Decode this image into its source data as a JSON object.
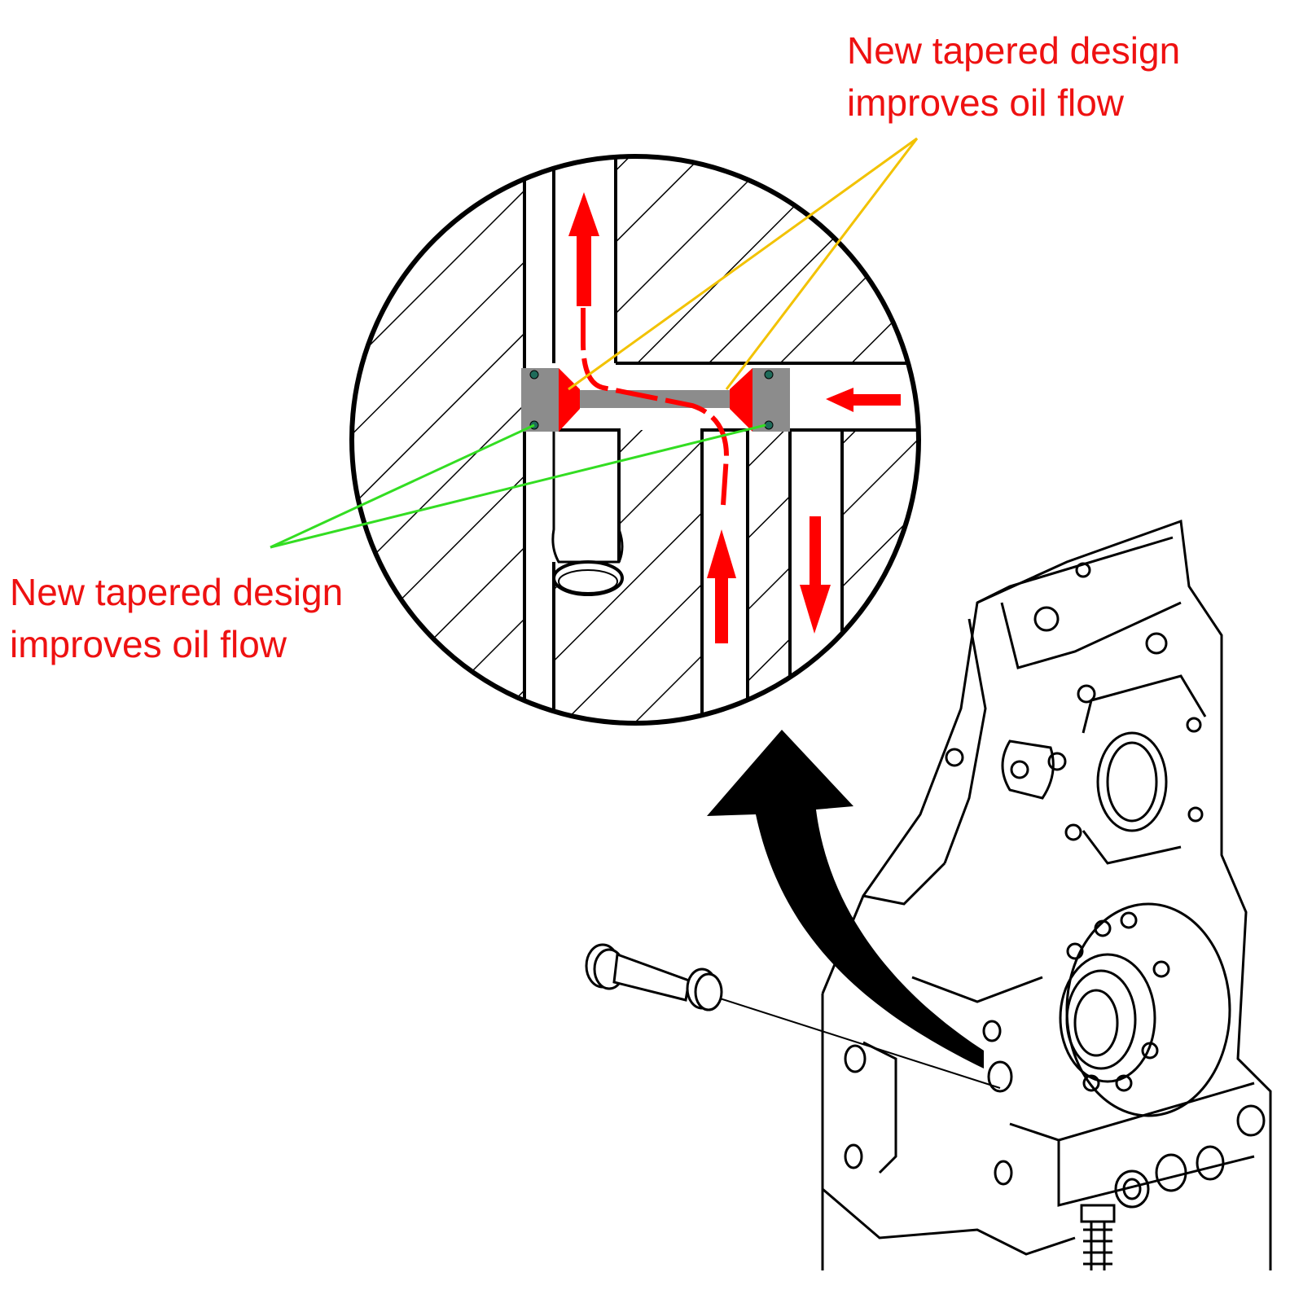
{
  "colors": {
    "label": "#ee1111",
    "flow_arrow": "#ff0000",
    "taper": "#ff0000",
    "plug_body": "#8c8c8c",
    "oring": "#1f6b5a",
    "leader_top": "#f2c200",
    "leader_left": "#33dd22",
    "line_art": "#000000"
  },
  "callouts": {
    "top": {
      "line1": "New tapered design",
      "line2": "improves oil flow"
    },
    "left": {
      "line1": "New tapered design",
      "line2": "improves oil flow"
    }
  },
  "icons": {
    "detail_view": "magnified-cross-section",
    "pointer": "curved-arrow-icon",
    "bolt": "gallery-plug-bolt-icon",
    "flow": "oil-flow-arrow-icon"
  }
}
